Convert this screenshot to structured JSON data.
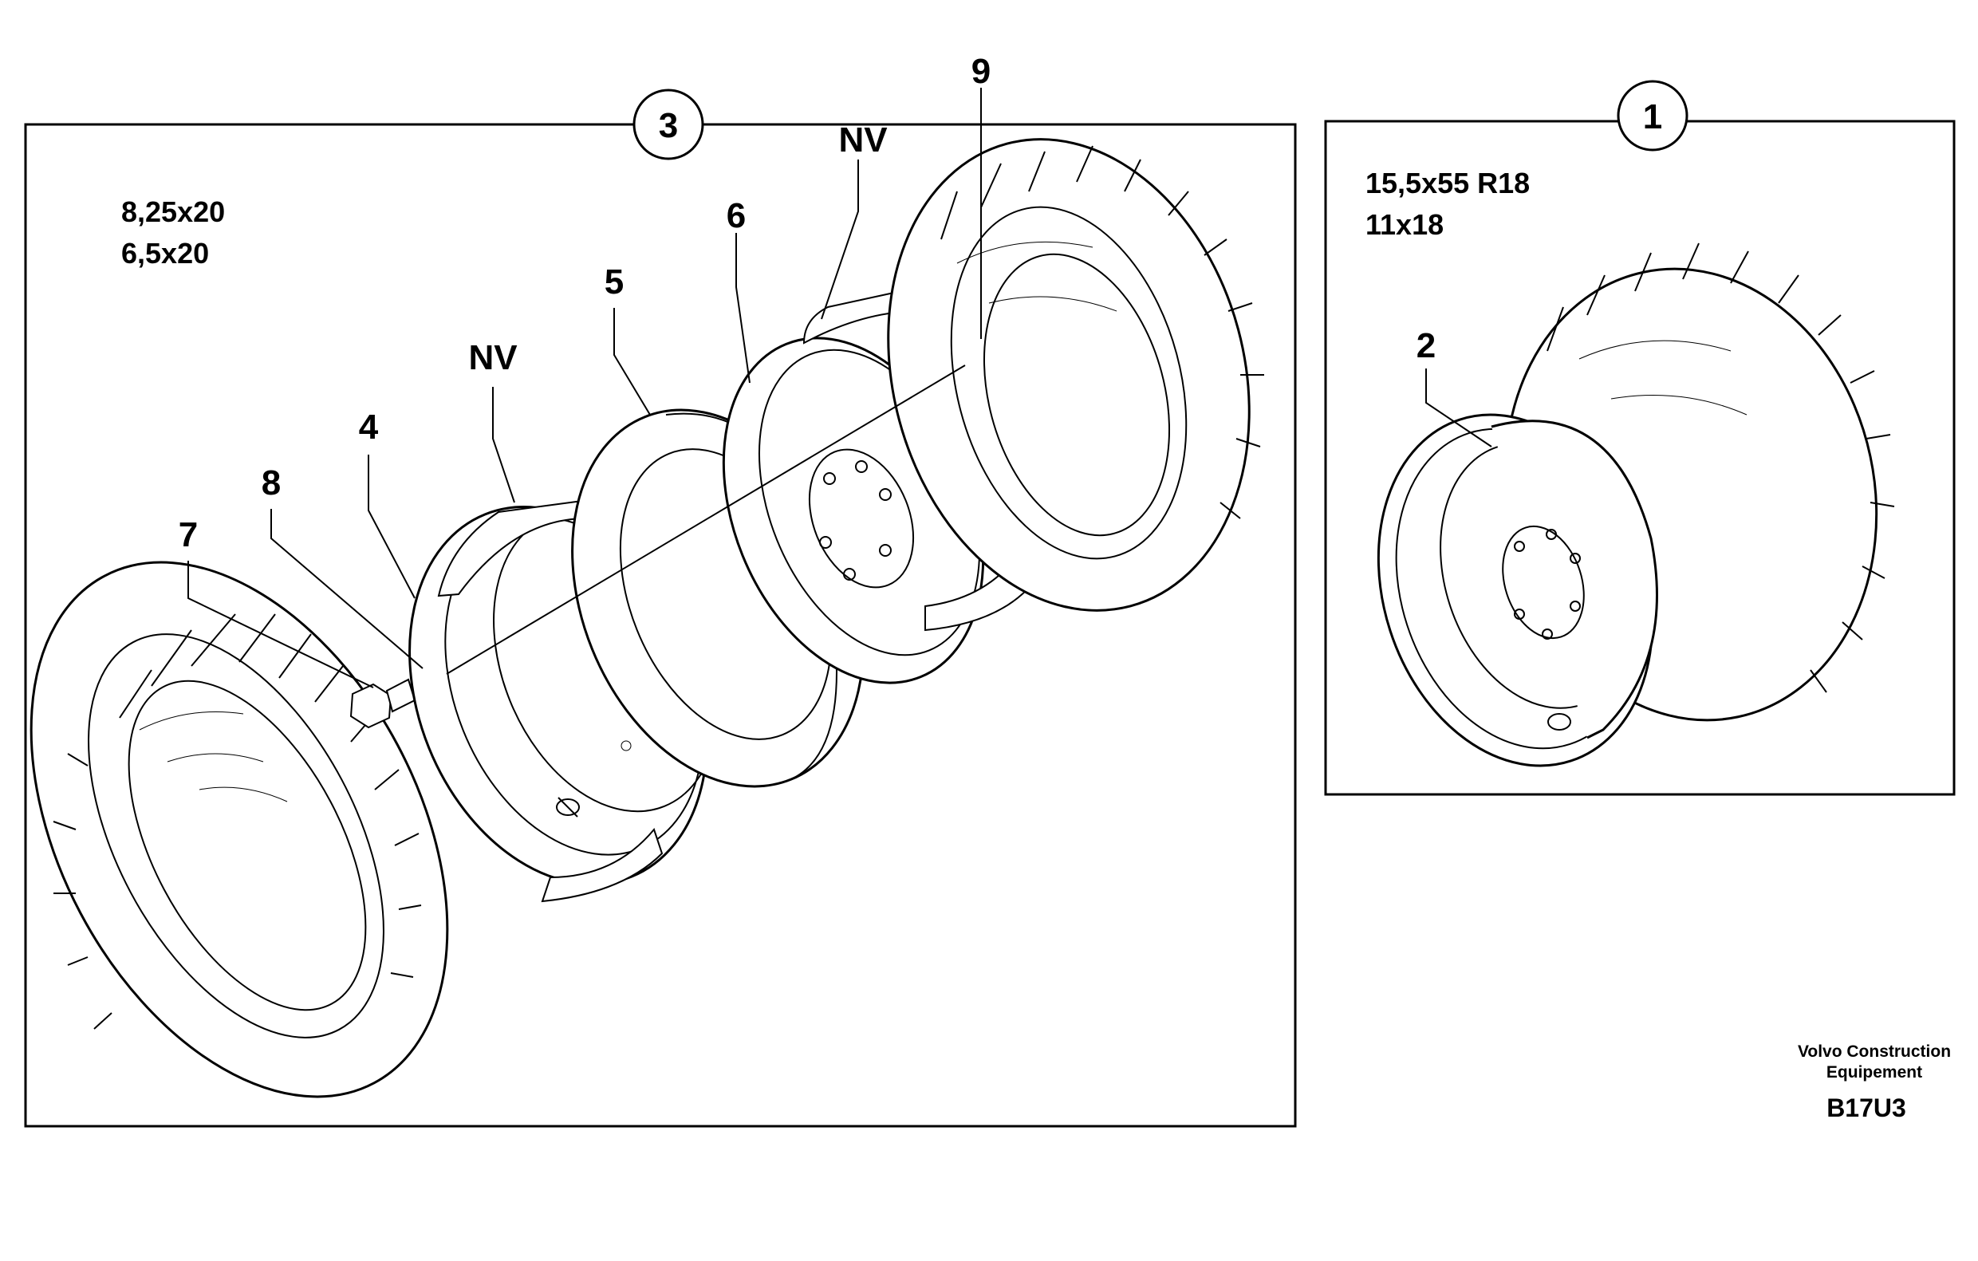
{
  "panel_left": {
    "callout": "3",
    "sizes": [
      "8,25x20",
      "6,5x20"
    ],
    "labels": {
      "nv_upper": "NV",
      "nv_lower": "NV",
      "p4": "4",
      "p5": "5",
      "p6": "6",
      "p7": "7",
      "p8": "8",
      "p9": "9"
    }
  },
  "panel_right": {
    "callout": "1",
    "sizes": [
      "15,5x55 R18",
      "11x18"
    ],
    "labels": {
      "p2": "2"
    }
  },
  "footer": {
    "company_line1": "Volvo Construction",
    "company_line2": "Equipement",
    "code": "B17U3"
  }
}
